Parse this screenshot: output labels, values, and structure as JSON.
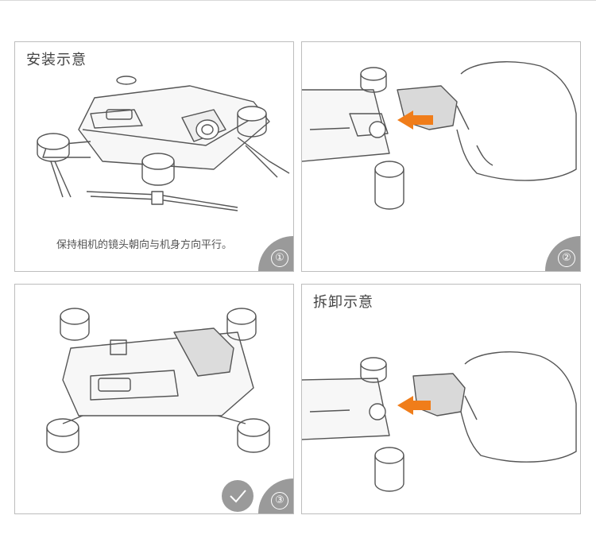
{
  "panels": [
    {
      "title": "安装示意",
      "caption": "保持相机的镜头朝向与机身方向平行。",
      "step": "①"
    },
    {
      "title": "",
      "caption": "",
      "step": "②"
    },
    {
      "title": "",
      "caption": "",
      "step": "③"
    },
    {
      "title": "拆卸示意",
      "caption": "",
      "step": ""
    }
  ],
  "icons": {
    "arrow_color": "#f07d1a",
    "badge_color": "#9a9a9a",
    "check": "check-icon"
  }
}
